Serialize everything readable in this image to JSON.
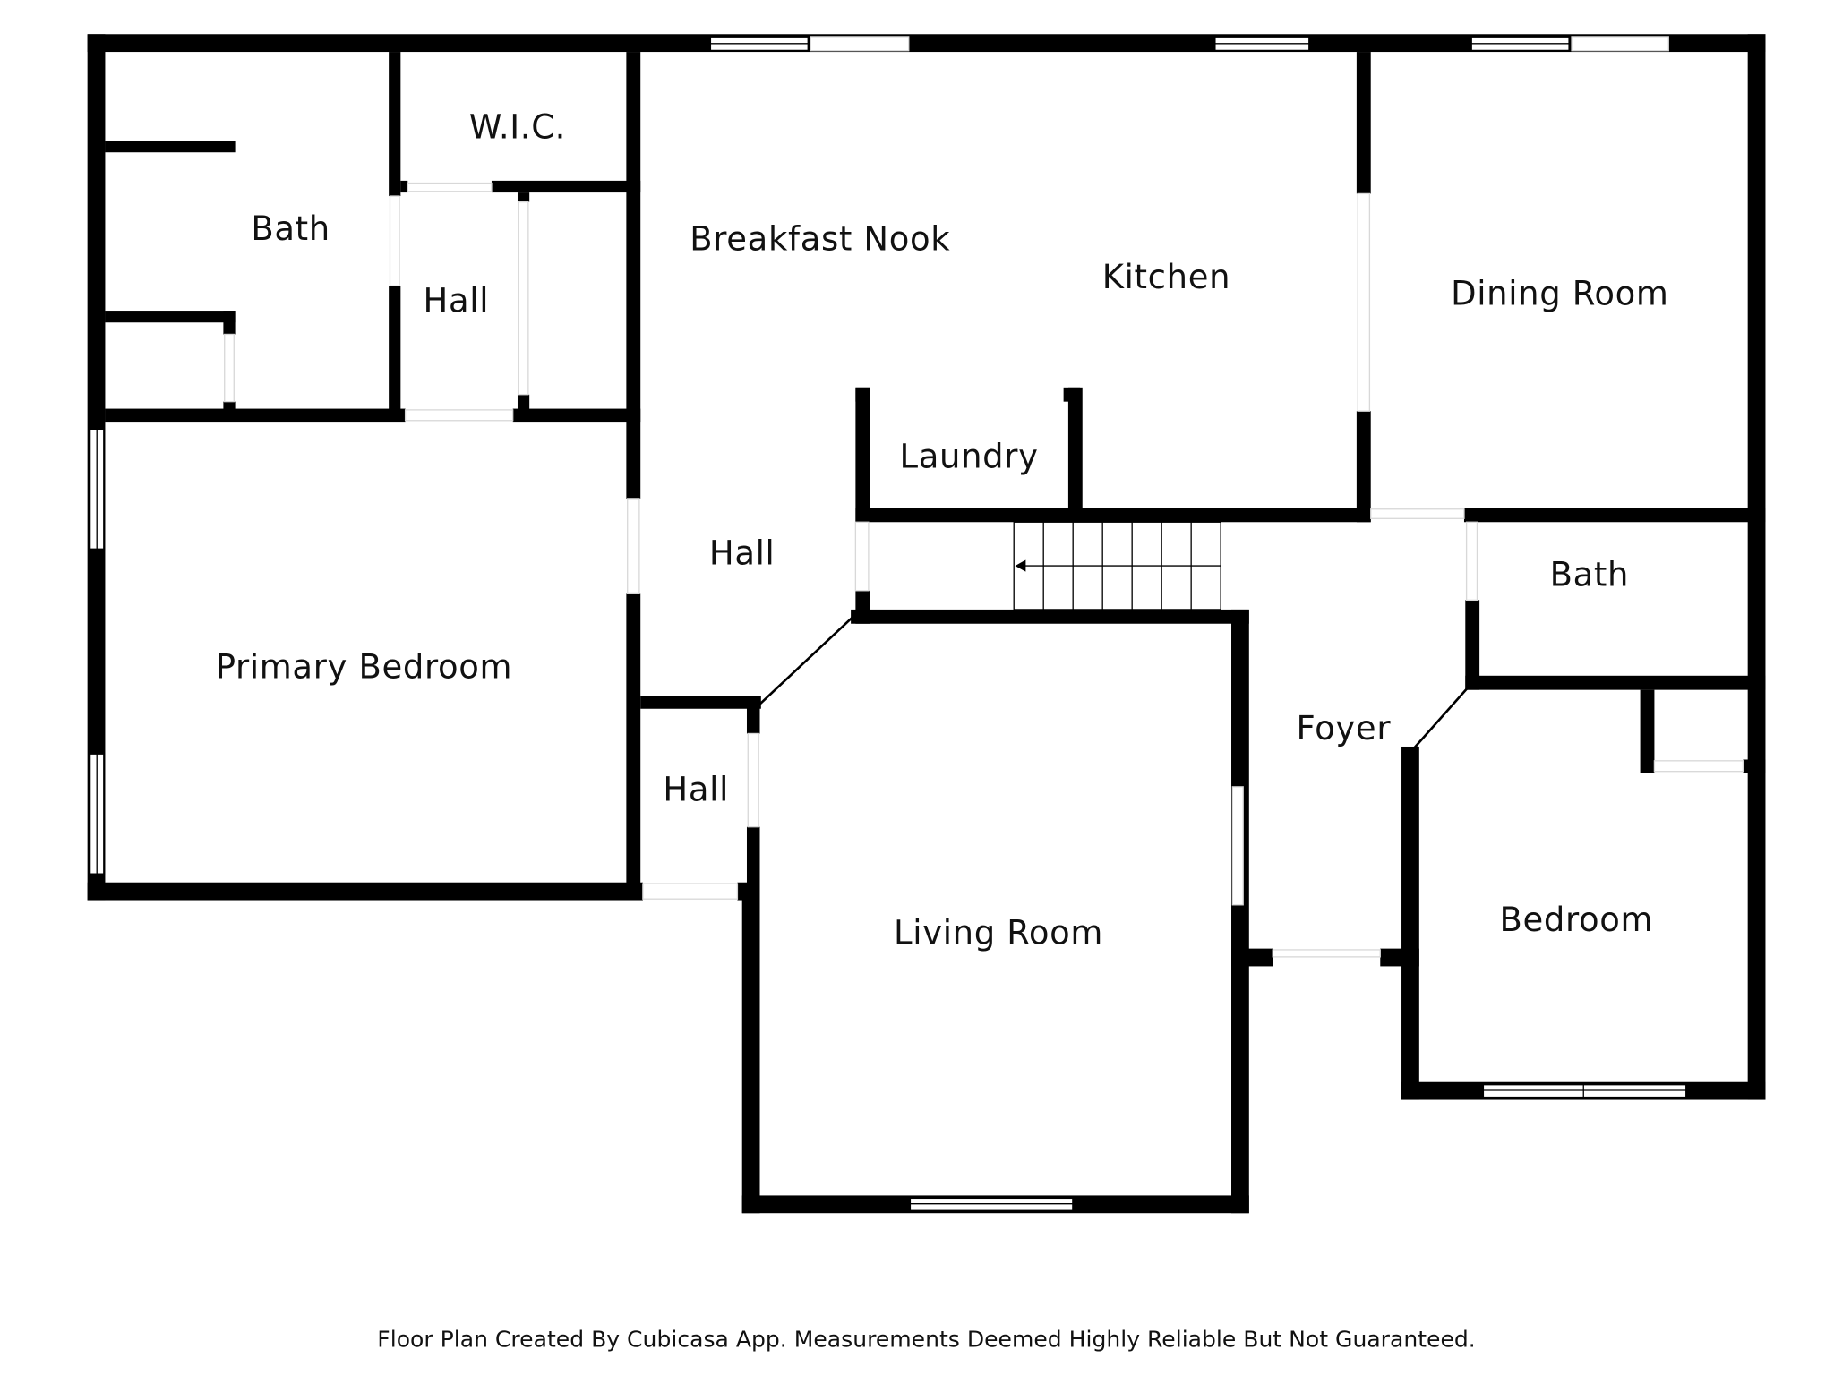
{
  "rooms": [
    {
      "id": "bath-west",
      "label": "Bath"
    },
    {
      "id": "wic",
      "label": "W.I.C."
    },
    {
      "id": "hall-north",
      "label": "Hall"
    },
    {
      "id": "breakfast-nook",
      "label": "Breakfast Nook"
    },
    {
      "id": "kitchen",
      "label": "Kitchen"
    },
    {
      "id": "dining-room",
      "label": "Dining Room"
    },
    {
      "id": "laundry",
      "label": "Laundry"
    },
    {
      "id": "hall-center",
      "label": "Hall"
    },
    {
      "id": "bath-east",
      "label": "Bath"
    },
    {
      "id": "primary-bedroom",
      "label": "Primary Bedroom"
    },
    {
      "id": "foyer",
      "label": "Foyer"
    },
    {
      "id": "hall-south",
      "label": "Hall"
    },
    {
      "id": "living-room",
      "label": "Living Room"
    },
    {
      "id": "bedroom",
      "label": "Bedroom"
    }
  ],
  "footer": "Floor Plan Created By Cubicasa App. Measurements Deemed Highly Reliable But Not Guaranteed.",
  "colors": {
    "wall": "#000000",
    "background": "#ffffff",
    "window": "#ffffff"
  }
}
